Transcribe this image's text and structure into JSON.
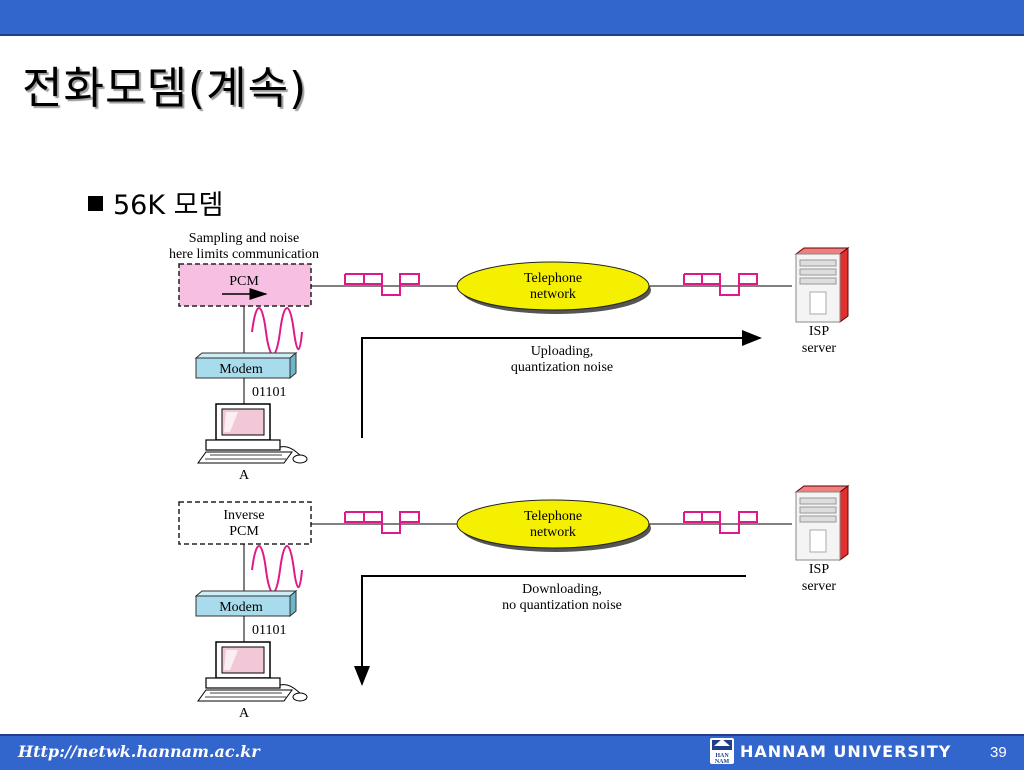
{
  "slide": {
    "title": "전화모뎀(계속)",
    "bullet": "56K 모뎀",
    "page_number": "39"
  },
  "footer": {
    "url": "Http://netwk.hannam.ac.kr",
    "university": "HANNAM UNIVERSITY",
    "logo_text": "HAN NAM"
  },
  "diagram": {
    "upload": {
      "caption_line1": "Sampling and noise",
      "caption_line2": "here limits communication",
      "box_label": "PCM",
      "modem_label": "Modem",
      "bits": "01101",
      "computer_label": "A",
      "network_line1": "Telephone",
      "network_line2": "network",
      "server_line1": "ISP",
      "server_line2": "server",
      "direction_line1": "Uploading,",
      "direction_line2": "quantization noise"
    },
    "download": {
      "box_line1": "Inverse",
      "box_line2": "PCM",
      "modem_label": "Modem",
      "bits": "01101",
      "computer_label": "A",
      "network_line1": "Telephone",
      "network_line2": "network",
      "server_line1": "ISP",
      "server_line2": "server",
      "direction_line1": "Downloading,",
      "direction_line2": "no quantization noise"
    },
    "colors": {
      "pcm_fill": "#f7c0e3",
      "signal": "#e0198a",
      "cloud": "#f5ef00",
      "modem": "#a8dcec",
      "server": "#e03030"
    }
  }
}
